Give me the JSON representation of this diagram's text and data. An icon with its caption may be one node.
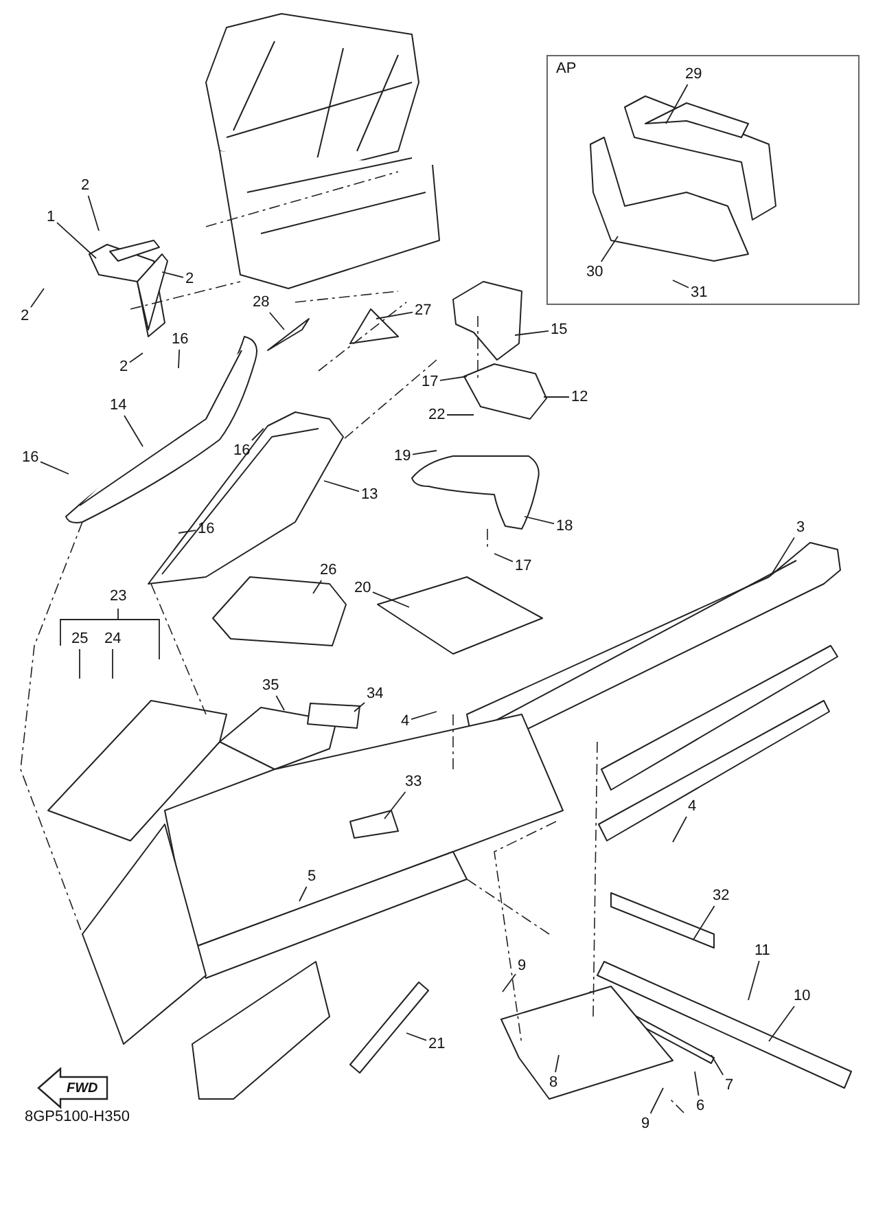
{
  "diagram": {
    "nodes": [
      {
        "text": [
          "AP"
        ]
      },
      {
        "text": [
          "1"
        ]
      },
      {
        "text": [
          "2"
        ]
      },
      {
        "text": [
          "2"
        ]
      },
      {
        "text": [
          "2"
        ]
      },
      {
        "text": [
          "2"
        ]
      },
      {
        "text": [
          "16"
        ]
      },
      {
        "text": [
          "14"
        ]
      },
      {
        "text": [
          "16"
        ]
      },
      {
        "text": [
          "16"
        ]
      },
      {
        "text": [
          "16"
        ]
      },
      {
        "text": [
          "13"
        ]
      },
      {
        "text": [
          "28"
        ]
      },
      {
        "text": [
          "27"
        ]
      },
      {
        "text": [
          "15"
        ]
      },
      {
        "text": [
          "17"
        ]
      },
      {
        "text": [
          "22"
        ]
      },
      {
        "text": [
          "12"
        ]
      },
      {
        "text": [
          "19"
        ]
      },
      {
        "text": [
          "18"
        ]
      },
      {
        "text": [
          "17"
        ]
      },
      {
        "text": [
          "20"
        ]
      },
      {
        "text": [
          "26"
        ]
      },
      {
        "text": [
          "3"
        ]
      },
      {
        "text": [
          "25"
        ]
      },
      {
        "text": [
          "24"
        ]
      },
      {
        "text": [
          "35"
        ]
      },
      {
        "text": [
          "34"
        ]
      },
      {
        "text": [
          "4"
        ]
      },
      {
        "text": [
          "4"
        ]
      },
      {
        "text": [
          "33"
        ]
      },
      {
        "text": [
          "5"
        ]
      },
      {
        "text": [
          "32"
        ]
      },
      {
        "text": [
          "11"
        ]
      },
      {
        "text": [
          "10"
        ]
      },
      {
        "text": [
          "9"
        ]
      },
      {
        "text": [
          "21"
        ]
      },
      {
        "text": [
          "8"
        ]
      },
      {
        "text": [
          "6"
        ]
      },
      {
        "text": [
          "7"
        ]
      },
      {
        "text": [
          "9"
        ]
      },
      {
        "text": [
          "29"
        ],
        "in": 0
      },
      {
        "text": [
          "30"
        ],
        "in": 0
      },
      {
        "text": [
          "31"
        ],
        "in": 0
      }
    ],
    "edges": [
      {
        "from": 1,
        "to": null,
        "arrow": "none"
      },
      {
        "from": 2,
        "to": null,
        "arrow": "none"
      },
      {
        "from": 3,
        "to": null,
        "arrow": "none"
      },
      {
        "from": 4,
        "to": null,
        "arrow": "none"
      },
      {
        "from": 5,
        "to": null,
        "arrow": "none"
      },
      {
        "from": 6,
        "to": null,
        "arrow": "none"
      },
      {
        "from": 7,
        "to": null,
        "arrow": "none"
      },
      {
        "from": 8,
        "to": null,
        "arrow": "none"
      },
      {
        "from": 9,
        "to": null,
        "arrow": "none"
      },
      {
        "from": 10,
        "to": null,
        "arrow": "none"
      },
      {
        "from": 11,
        "to": null,
        "arrow": "none"
      },
      {
        "from": 12,
        "to": null,
        "arrow": "none"
      },
      {
        "from": 13,
        "to": null,
        "arrow": "none"
      },
      {
        "from": 14,
        "to": null,
        "arrow": "none"
      },
      {
        "from": 15,
        "to": null,
        "arrow": "none"
      },
      {
        "from": 16,
        "to": null,
        "arrow": "none"
      },
      {
        "from": 17,
        "to": null,
        "arrow": "none"
      },
      {
        "from": 18,
        "to": null,
        "arrow": "none"
      },
      {
        "from": 19,
        "to": null,
        "arrow": "none"
      },
      {
        "from": 20,
        "to": null,
        "arrow": "none"
      },
      {
        "from": 21,
        "to": null,
        "arrow": "none"
      },
      {
        "from": 22,
        "to": null,
        "arrow": "none"
      },
      {
        "from": 23,
        "to": null,
        "arrow": "none"
      },
      {
        "from": 24,
        "to": null,
        "arrow": "none"
      },
      {
        "from": 25,
        "to": null,
        "arrow": "none"
      },
      {
        "from": 26,
        "to": null,
        "arrow": "none"
      },
      {
        "from": 27,
        "to": null,
        "arrow": "none"
      },
      {
        "from": 28,
        "to": null,
        "arrow": "none"
      },
      {
        "from": 29,
        "to": null,
        "arrow": "none"
      },
      {
        "from": 30,
        "to": null,
        "arrow": "none"
      },
      {
        "from": 31,
        "to": null,
        "arrow": "none"
      },
      {
        "from": 32,
        "to": null,
        "arrow": "none"
      },
      {
        "from": 33,
        "to": null,
        "arrow": "none"
      },
      {
        "from": 34,
        "to": null,
        "arrow": "none"
      },
      {
        "from": 35,
        "to": null,
        "arrow": "none"
      },
      {
        "from": 36,
        "to": null,
        "arrow": "none"
      },
      {
        "from": 37,
        "to": null,
        "arrow": "none"
      },
      {
        "from": 38,
        "to": null,
        "arrow": "none"
      },
      {
        "from": 39,
        "to": null,
        "arrow": "none"
      },
      {
        "from": 40,
        "to": null,
        "arrow": "none"
      },
      {
        "from": 41,
        "to": null,
        "arrow": "none"
      },
      {
        "from": 42,
        "to": null,
        "arrow": "none"
      },
      {
        "from": 43,
        "to": null,
        "arrow": "none"
      }
    ],
    "labels": [
      "23",
      "FWD",
      "8GP5100-H350"
    ]
  }
}
